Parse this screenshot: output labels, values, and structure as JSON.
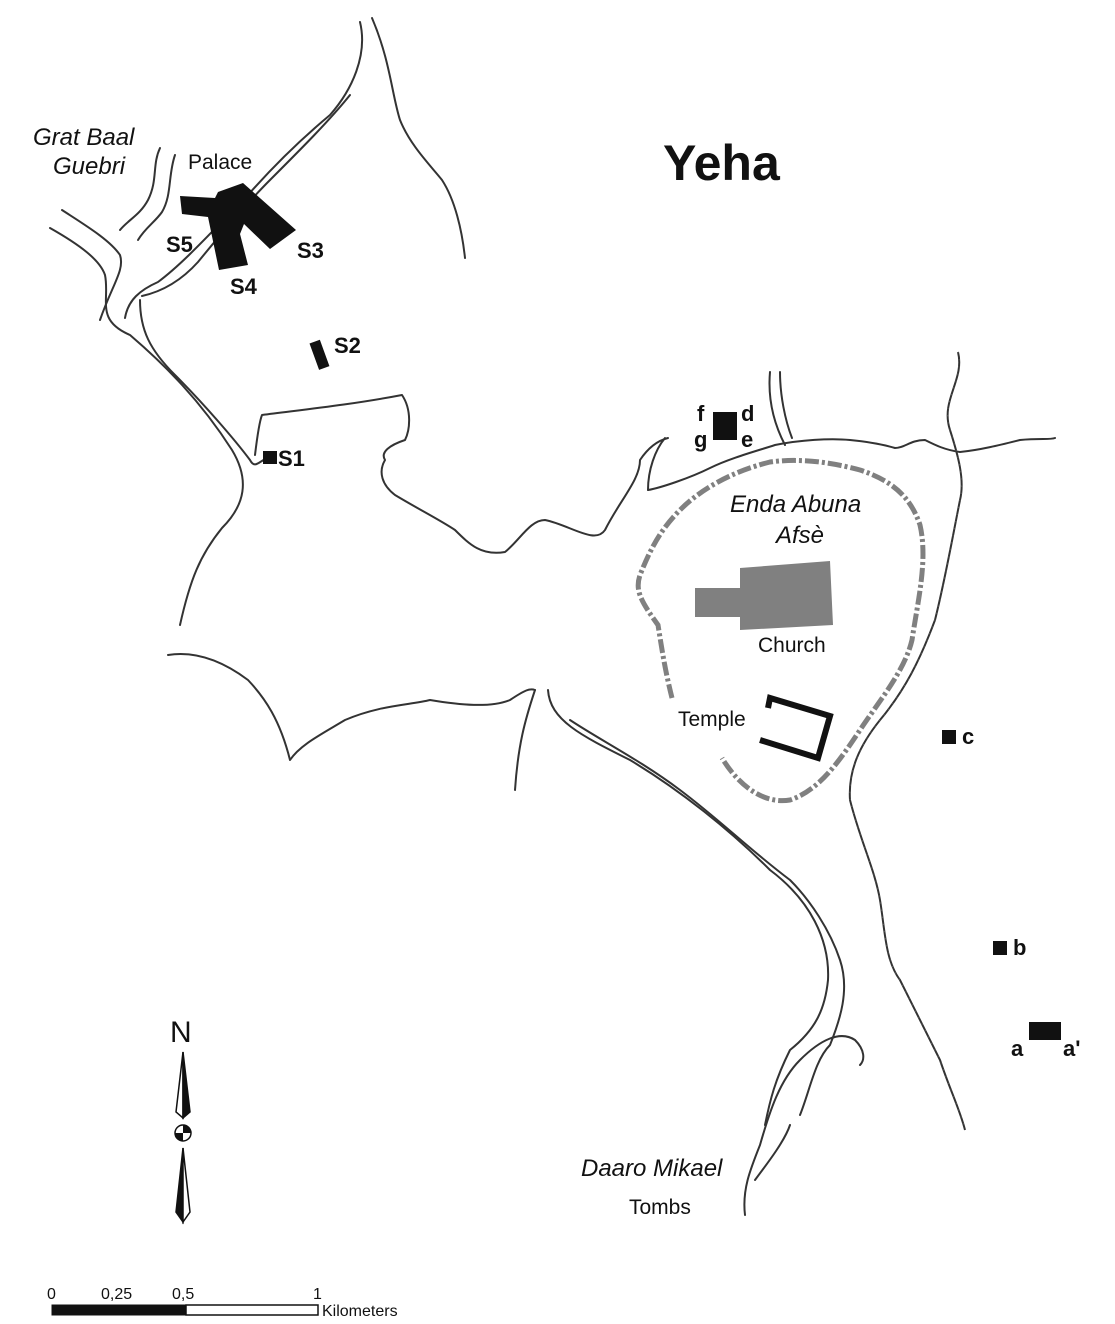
{
  "map": {
    "title": "Yeha",
    "areas": {
      "grat_baal_guebri_line1": "Grat Baal",
      "grat_baal_guebri_line2": "Guebri",
      "enda_abuna_line1": "Enda Abuna",
      "enda_abuna_line2": "Afsè",
      "daaro_mikael": "Daaro Mikael"
    },
    "buildings": {
      "palace": "Palace",
      "church": "Church",
      "temple": "Temple",
      "tombs": "Tombs"
    },
    "sites": {
      "s1": "S1",
      "s2": "S2",
      "s3": "S3",
      "s4": "S4",
      "s5": "S5",
      "a": "a",
      "a_prime": "a'",
      "b": "b",
      "c": "c",
      "d": "d",
      "e": "e",
      "f": "f",
      "g": "g"
    },
    "north_arrow": {
      "label": "N"
    },
    "scale_bar": {
      "ticks": [
        "0",
        "0,25",
        "0,5",
        "1"
      ],
      "unit": "Kilometers"
    },
    "colors": {
      "structures": "#111111",
      "church": "#808080",
      "enclosure_wall": "#808080",
      "wadis": "#333333",
      "background": "#ffffff"
    }
  }
}
